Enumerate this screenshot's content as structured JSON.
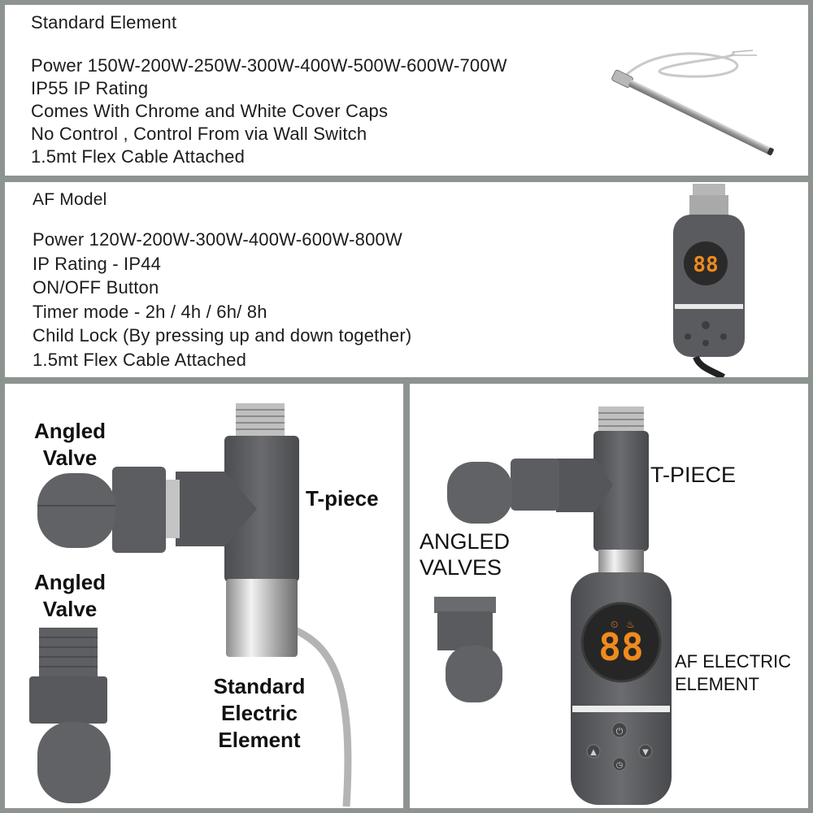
{
  "standard_section": {
    "title": "Standard Element",
    "specs": [
      "Power 150W-200W-250W-300W-400W-500W-600W-700W",
      "IP55 IP Rating",
      "Comes With Chrome and White Cover Caps",
      "No Control , Control From via Wall Switch",
      "1.5mt Flex Cable Attached"
    ]
  },
  "af_section": {
    "title": "AF Model",
    "specs": [
      "Power 120W-200W-300W-400W-600W-800W",
      "IP Rating - IP44",
      "ON/OFF Button",
      "Timer mode - 2h / 4h / 6h/ 8h",
      "Child Lock (By pressing up and down together)",
      "1.5mt Flex Cable Attached"
    ]
  },
  "left_diagram": {
    "label_angled_valve_1": [
      "Angled",
      "Valve"
    ],
    "label_angled_valve_2": [
      "Angled",
      "Valve"
    ],
    "label_tpiece": "T-piece",
    "label_standard_element": [
      "Standard",
      "Electric",
      "Element"
    ]
  },
  "right_diagram": {
    "label_tpiece": "T-PIECE",
    "label_angled_valves": [
      "ANGLED",
      "VALVES"
    ],
    "label_af_element": [
      "AF ELECTRIC",
      "ELEMENT"
    ],
    "display_digits": "88"
  },
  "colors": {
    "panel_border": "#8d9490",
    "part_grey": "#5d5e61",
    "display_amber": "#f08a1c"
  }
}
